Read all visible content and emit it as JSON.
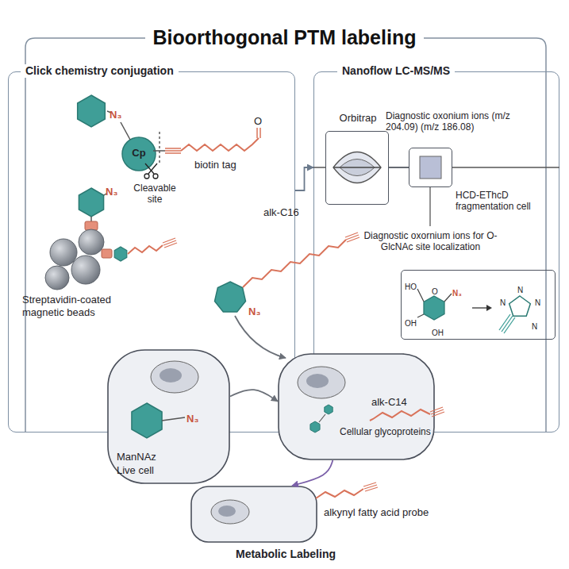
{
  "diagram": {
    "title": "Bioorthogonal PTM labeling",
    "nodes": [
      {
        "text": [
          "Click chemistry conjugation"
        ]
      },
      {
        "text": [
          "Cp"
        ],
        "in": 0
      },
      {
        "text": [
          "Nanoflow LC-MS/MS"
        ]
      },
      {
        "text": [
          "Orbitrap"
        ],
        "in": 2
      },
      {
        "text": [
          "Diagnostic oxonium ions (m/z 204.09) (m/z 186.08)",
          "HCD-EThcD fragmentation cell"
        ],
        "in": 2
      },
      {
        "text": [
          "HO",
          "O",
          "N₃",
          "OH",
          "OH",
          "N",
          "N",
          "N",
          "N"
        ],
        "in": 2
      },
      {
        "text": [
          "N₃",
          "ManNAz",
          "Live cell"
        ]
      },
      {
        "text": [
          "alk-C14",
          "Cellular glycoproteins"
        ]
      },
      {
        "text": [
          "alkynyl fatty acid probe"
        ]
      }
    ],
    "edges": [
      {
        "from": 0,
        "to": 2,
        "arrow": "to"
      },
      {
        "from": 3,
        "to": 4,
        "arrow": "none"
      },
      {
        "from": 6,
        "to": 7,
        "arrow": "to"
      },
      {
        "from": 7,
        "to": 8,
        "arrow": "to"
      }
    ],
    "labels": [
      "N₃",
      "biotin tag",
      "O",
      "Cleavable site",
      "N₃",
      "Streptavidin-coated magnetic beads",
      "Diagnostic oxornium ions for O-GlcNAc site localization",
      "alk-C16",
      "N₃",
      "Metabolic Labeling"
    ]
  }
}
